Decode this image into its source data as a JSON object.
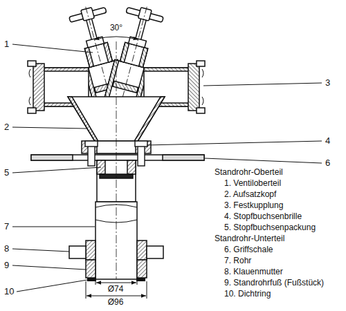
{
  "diagram": {
    "labels": [
      "1",
      "2",
      "3",
      "4",
      "5",
      "6",
      "7",
      "8",
      "9",
      "10",
      "30°",
      "Ø74",
      "Ø96",
      "Standrohr-Oberteil",
      "1. Ventiloberteil",
      "2. Aufsatzkopf",
      "3. Festkupplung",
      "4. Stopfbuchsenbrille",
      "5. Stopfbuchsenpackung",
      "Standrohr-Unterteil",
      "6. Griffschale",
      "7. Rohr",
      "8. Klauenmutter",
      "9. Standrohrfuß (Fußstück)",
      "10. Dichtring"
    ]
  }
}
